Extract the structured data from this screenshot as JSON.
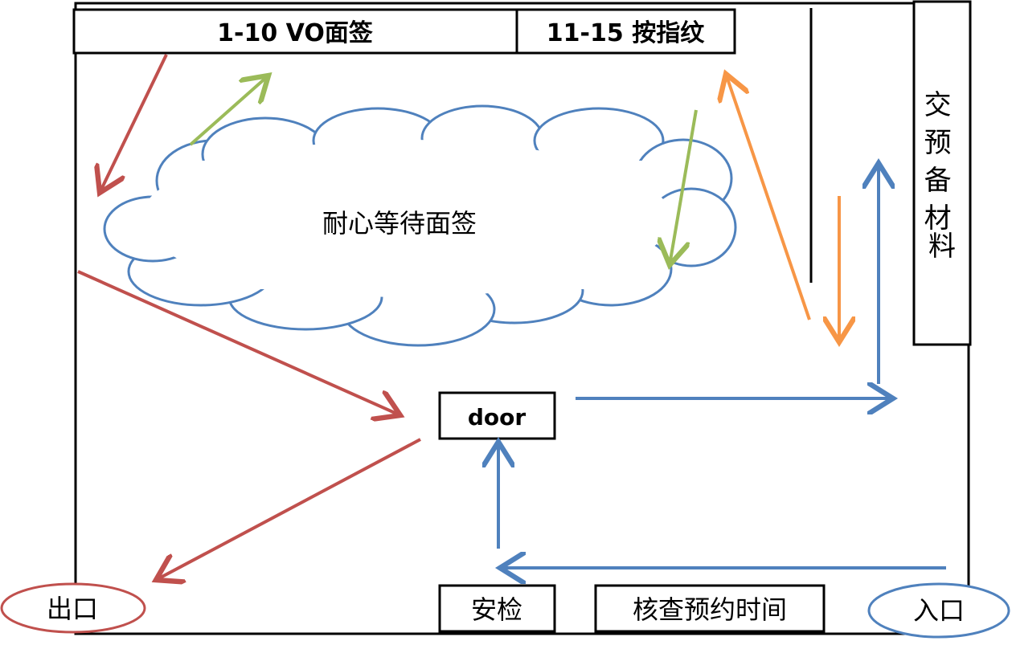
{
  "labels": {
    "counter_vo": "1-10  VO面签",
    "counter_fingerprint": "11-15 按指纹",
    "waiting_cloud": "耐心等待面签",
    "door": "door",
    "security_check": "安检",
    "check_appointment": "核查预约时间",
    "entrance": "入口",
    "exit": "出口",
    "submit_materials": "交预备材料"
  },
  "colors": {
    "frame": "#000000",
    "exit_path": "#c0504d",
    "counter_path": "#9bbb59",
    "fingerprint_path": "#f79646",
    "entry_path": "#4f81bd",
    "cloud": "#4f81bd"
  }
}
